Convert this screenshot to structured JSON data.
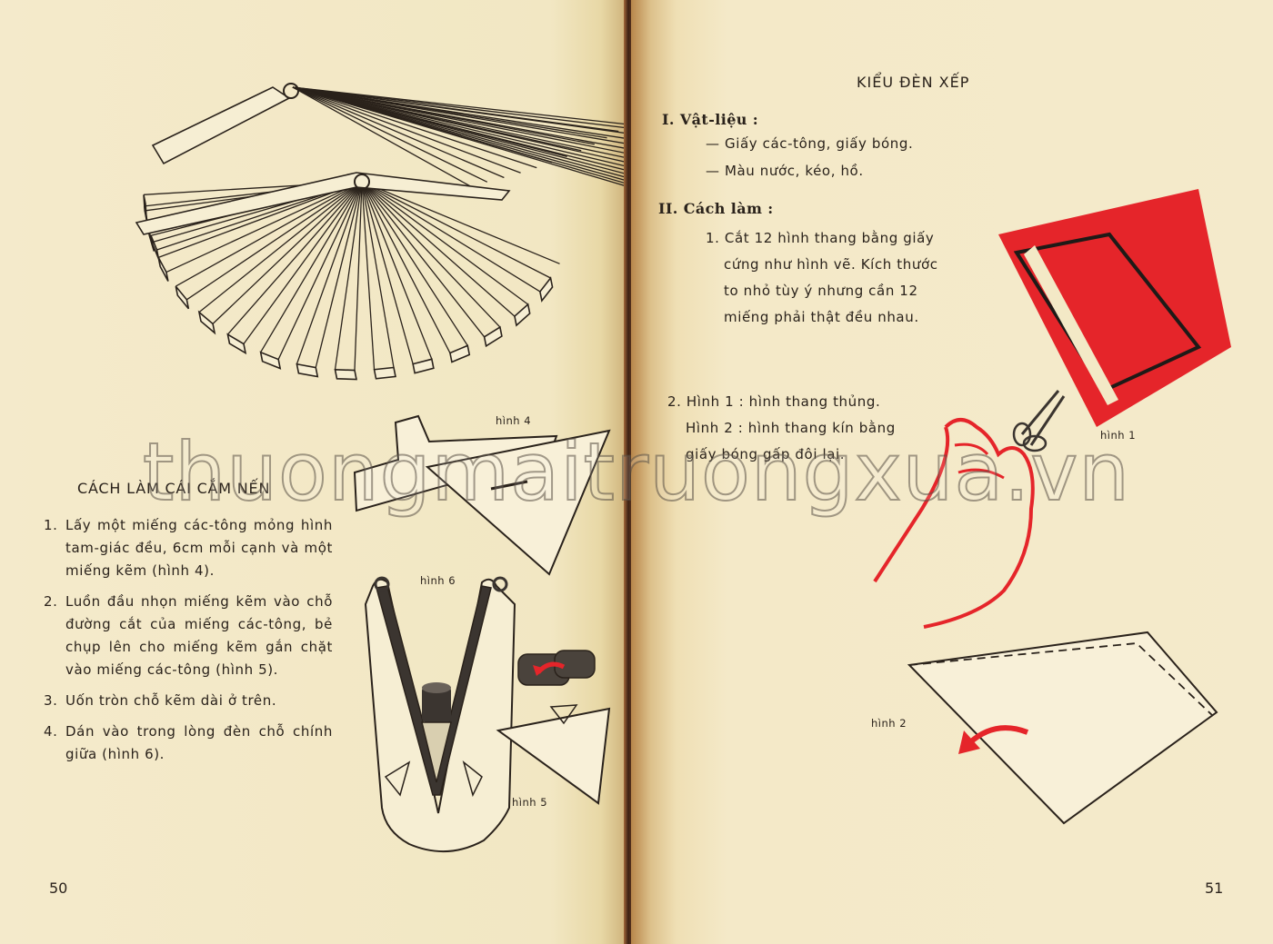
{
  "left_page": {
    "title": "CÁCH LÀM CÁI CẮM NẾN",
    "steps": [
      {
        "num": "1.",
        "text": "Lấy một miếng các-tông mỏng hình tam-giác đều, 6cm mỗi cạnh và một miếng kẽm (hình 4)."
      },
      {
        "num": "2.",
        "text": "Luồn đầu nhọn miếng kẽm vào chỗ đường cắt của miếng các-tông, bẻ chụp lên cho miếng kẽm gắn chặt vào miếng các-tông (hình 5)."
      },
      {
        "num": "3.",
        "text": "Uốn tròn chỗ kẽm dài ở trên."
      },
      {
        "num": "4.",
        "text": "Dán vào trong lòng đèn chỗ chính giữa (hình 6)."
      }
    ],
    "captions": {
      "fig4": "hình 4",
      "fig5": "hình 5",
      "fig6": "hình 6"
    },
    "page_number": "50"
  },
  "right_page": {
    "title": "KIỂU ĐÈN XẾP",
    "section1": {
      "heading": "I. Vật-liệu :",
      "items": [
        "— Giấy các-tông, giấy bóng.",
        "— Màu nước, kéo, hồ."
      ]
    },
    "section2": {
      "heading": "II. Cách làm :",
      "step1_lines": [
        "1. Cắt 12 hình thang bằng giấy",
        "cứng như hình vẽ. Kích thước",
        "to nhỏ tùy ý nhưng cần 12",
        "miếng phải thật đều nhau."
      ],
      "step2_lines": [
        "2. Hình 1 : hình thang thủng.",
        "Hình 2 : hình thang kín bằng",
        "giấy bóng gấp đôi lại."
      ]
    },
    "captions": {
      "fig1": "hình 1",
      "fig2": "hình 2"
    },
    "page_number": "51"
  },
  "watermark": "thuongmaitruongxua.vn",
  "colors": {
    "paper": "#f3e9c6",
    "ink": "#2a221b",
    "accent_red": "#e5252a",
    "metal": "#3b3530"
  }
}
